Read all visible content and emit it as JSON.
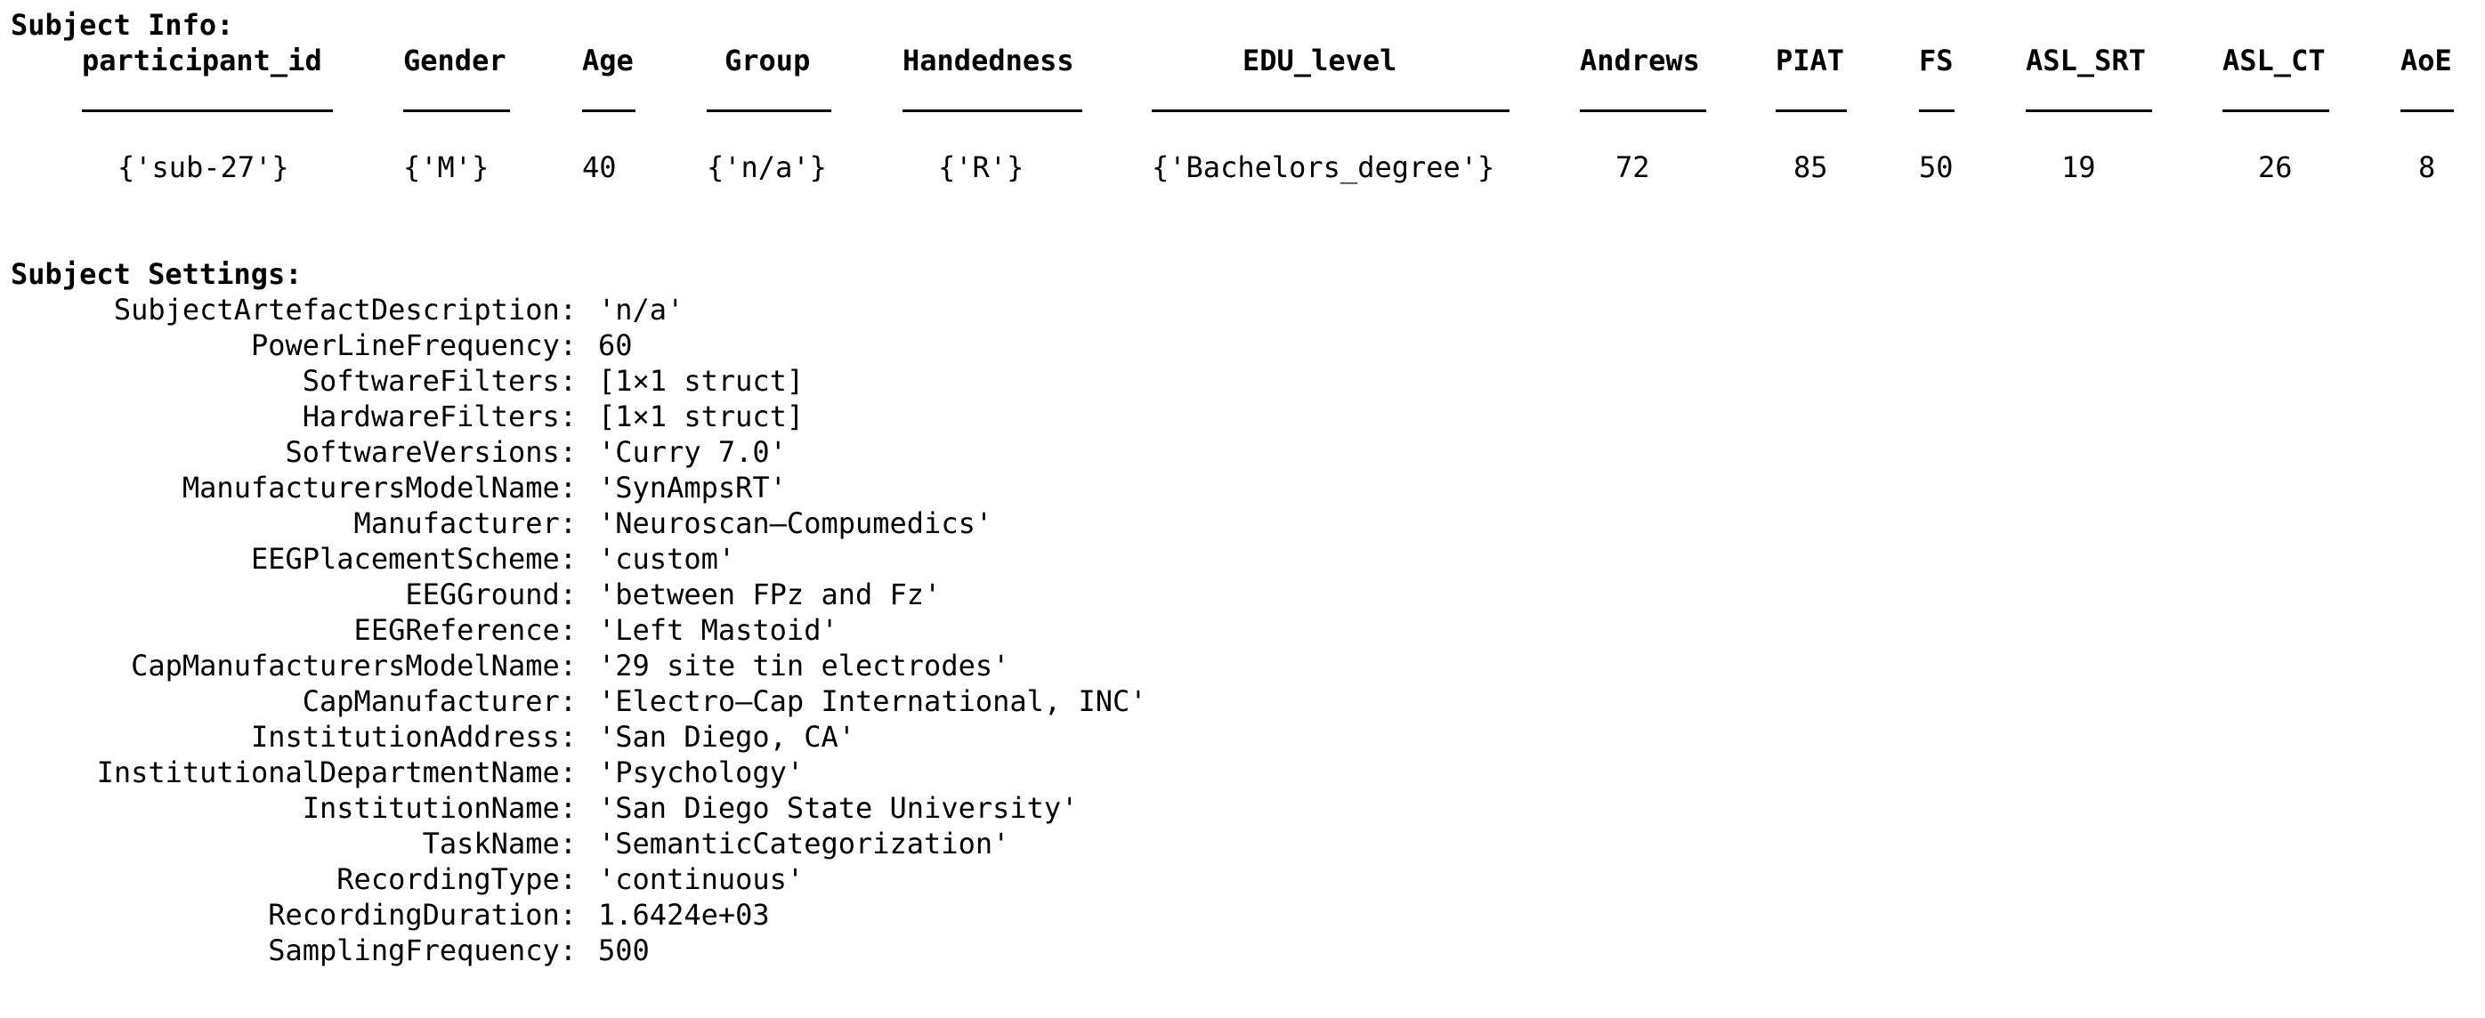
{
  "subject_info": {
    "title": "Subject Info:",
    "columns": [
      {
        "header": "participant_id",
        "value": "{'sub-27'}"
      },
      {
        "header": "Gender",
        "value": "{'M'}"
      },
      {
        "header": "Age",
        "value": "40"
      },
      {
        "header": "Group",
        "value": "{'n/a'}"
      },
      {
        "header": "Handedness",
        "value": "{'R'}"
      },
      {
        "header": "EDU_level",
        "value": "{'Bachelors_degree'}"
      },
      {
        "header": "Andrews",
        "value": "72"
      },
      {
        "header": "PIAT",
        "value": "85"
      },
      {
        "header": "FS",
        "value": "50"
      },
      {
        "header": "ASL_SRT",
        "value": "19"
      },
      {
        "header": "ASL_CT",
        "value": "26"
      },
      {
        "header": "AoE",
        "value": "8"
      }
    ]
  },
  "subject_settings": {
    "title": "Subject Settings:",
    "rows": [
      {
        "key": "SubjectArtefactDescription:",
        "value": "'n/a'"
      },
      {
        "key": "PowerLineFrequency:",
        "value": "60"
      },
      {
        "key": "SoftwareFilters:",
        "value": "[1×1 struct]"
      },
      {
        "key": "HardwareFilters:",
        "value": "[1×1 struct]"
      },
      {
        "key": "SoftwareVersions:",
        "value": "'Curry 7.0'"
      },
      {
        "key": "ManufacturersModelName:",
        "value": "'SynAmpsRT'"
      },
      {
        "key": "Manufacturer:",
        "value": "'Neuroscan–Compumedics'"
      },
      {
        "key": "EEGPlacementScheme:",
        "value": "'custom'"
      },
      {
        "key": "EEGGround:",
        "value": "'between FPz and Fz'"
      },
      {
        "key": "EEGReference:",
        "value": "'Left Mastoid'"
      },
      {
        "key": "CapManufacturersModelName:",
        "value": "'29 site tin electrodes'"
      },
      {
        "key": "CapManufacturer:",
        "value": "'Electro–Cap International, INC'"
      },
      {
        "key": "InstitutionAddress:",
        "value": "'San Diego, CA'"
      },
      {
        "key": "InstitutionalDepartmentName:",
        "value": "'Psychology'"
      },
      {
        "key": "InstitutionName:",
        "value": "'San Diego State University'"
      },
      {
        "key": "TaskName:",
        "value": "'SemanticCategorization'"
      },
      {
        "key": "RecordingType:",
        "value": "'continuous'"
      },
      {
        "key": "RecordingDuration:",
        "value": "1.6424e+03"
      },
      {
        "key": "SamplingFrequency:",
        "value": "500"
      }
    ]
  }
}
